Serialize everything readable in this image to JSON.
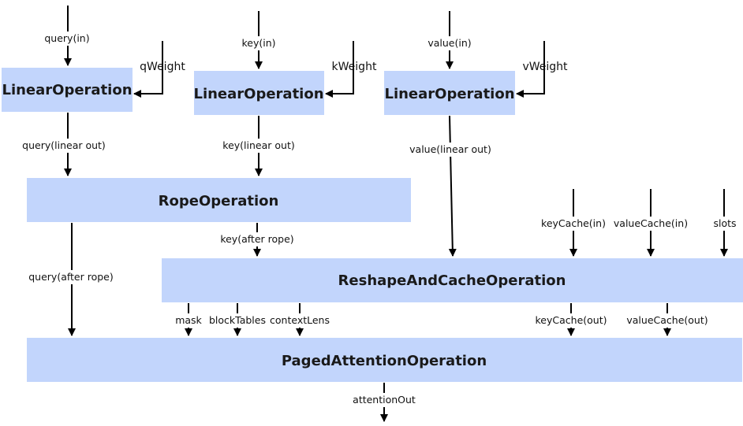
{
  "nodes": {
    "linear_q": "LinearOperation",
    "linear_k": "LinearOperation",
    "linear_v": "LinearOperation",
    "rope": "RopeOperation",
    "reshape": "ReshapeAndCacheOperation",
    "paged": "PagedAttentionOperation"
  },
  "edges": {
    "query_in": "query(in)",
    "q_weight": "qWeight",
    "key_in": "key(in)",
    "k_weight": "kWeight",
    "value_in": "value(in)",
    "v_weight": "vWeight",
    "query_linear_out": "query(linear out)",
    "key_linear_out": "key(linear out)",
    "value_linear_out": "value(linear out)",
    "key_cache_in": "keyCache(in)",
    "value_cache_in": "valueCache(in)",
    "slots": "slots",
    "query_after_rope": "query(after rope)",
    "key_after_rope": "key(after rope)",
    "mask": "mask",
    "block_tables": "blockTables",
    "context_lens": "contextLens",
    "key_cache_out": "keyCache(out)",
    "value_cache_out": "valueCache(out)",
    "attention_out": "attentionOut"
  }
}
